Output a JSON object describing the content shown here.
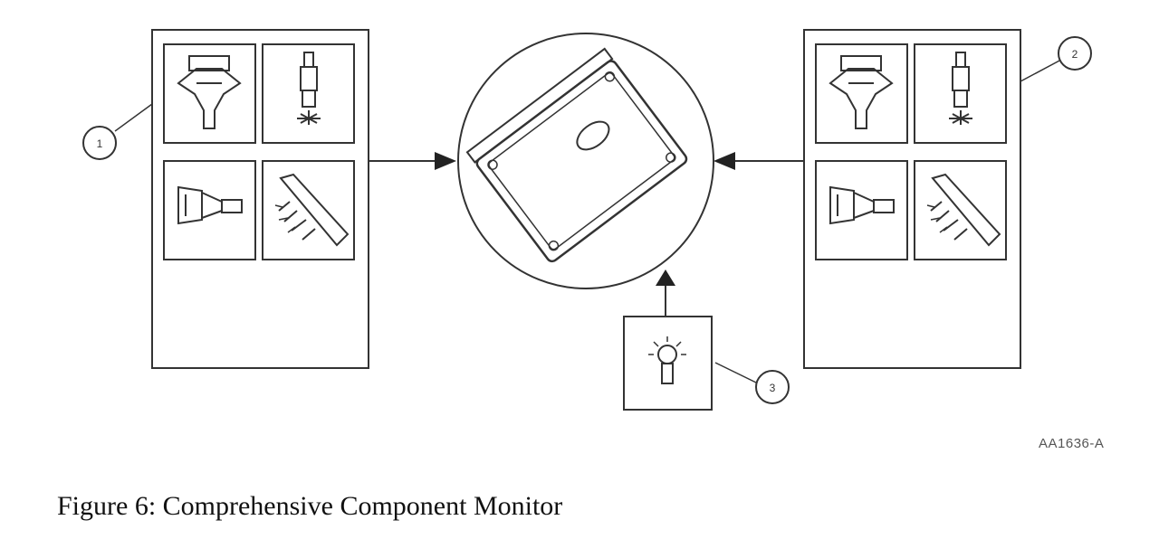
{
  "figure": {
    "caption": "Figure 6: Comprehensive Component Monitor",
    "part_id": "AA1636-A"
  },
  "callouts": [
    {
      "number": "1",
      "target": "input sensors panel"
    },
    {
      "number": "2",
      "target": "output actuators panel"
    },
    {
      "number": "3",
      "target": "malfunction indicator lamp"
    }
  ],
  "components": {
    "left_panel_icons": [
      "mass-air-flow-sensor-icon",
      "spark-plug-icon",
      "coolant-temp-sensor-icon",
      "fuel-injector-rail-icon"
    ],
    "center": "powertrain-control-module-icon",
    "right_panel_icons": [
      "mass-air-flow-sensor-icon",
      "spark-plug-icon",
      "coolant-temp-sensor-icon",
      "fuel-injector-rail-icon"
    ],
    "indicator": "malfunction-indicator-lamp-icon"
  },
  "colors": {
    "line": "#333333",
    "background": "#ffffff"
  }
}
